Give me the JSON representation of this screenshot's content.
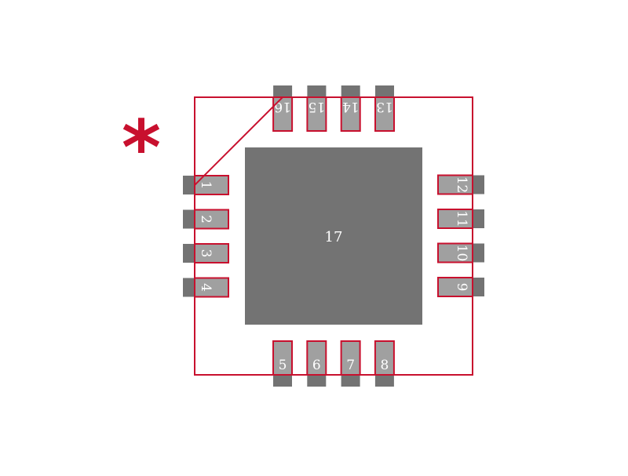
{
  "colors": {
    "background": "#ffffff",
    "silkscreen": "#c8102e",
    "pad_dark": "#737373",
    "pad_light": "#a0a0a0",
    "label": "#ffffff"
  },
  "pin1_marker": "*",
  "center_pad_label": "17",
  "pins": {
    "left": [
      "1",
      "2",
      "3",
      "4"
    ],
    "bottom": [
      "5",
      "6",
      "7",
      "8"
    ],
    "right": [
      "9",
      "10",
      "11",
      "12"
    ],
    "top": [
      "13",
      "14",
      "15",
      "16"
    ]
  }
}
